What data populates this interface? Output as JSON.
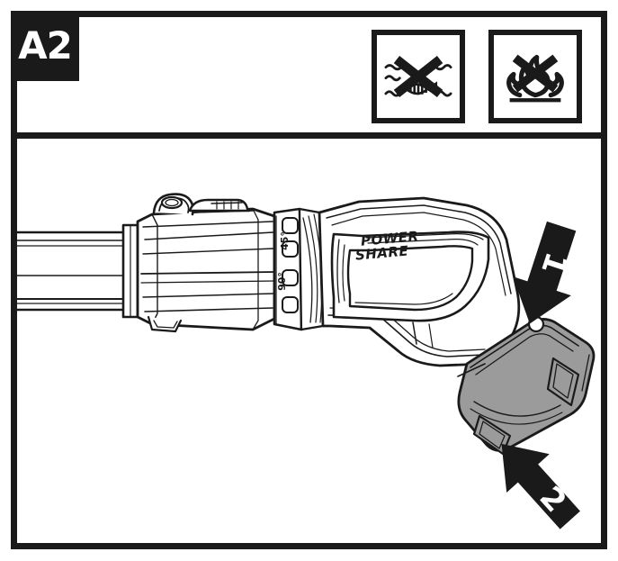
{
  "figure": {
    "tag_label": "A2",
    "frame_color": "#1a1a1a",
    "background_color": "#ffffff"
  },
  "warning_icons": [
    {
      "name": "no-water-fish-icon",
      "meaning": "Do not dispose in water / do not expose to water",
      "crossed_out": true
    },
    {
      "name": "no-fire-icon",
      "meaning": "Do not dispose in fire / do not expose to flame",
      "crossed_out": true
    }
  ],
  "illustration": {
    "subject": "cordless pole tool powerhead with detachable battery pack",
    "branding_line1": "POWER",
    "branding_line2": "SHARE",
    "angle_marks": [
      {
        "label": "45°"
      },
      {
        "label": "90°"
      }
    ],
    "battery_fill": "#9b9b9b",
    "steps": [
      {
        "number": "1",
        "direction": "down",
        "description": "press the battery release latch downward"
      },
      {
        "number": "2",
        "direction": "up-right",
        "description": "slide the battery pack out and away"
      }
    ]
  }
}
